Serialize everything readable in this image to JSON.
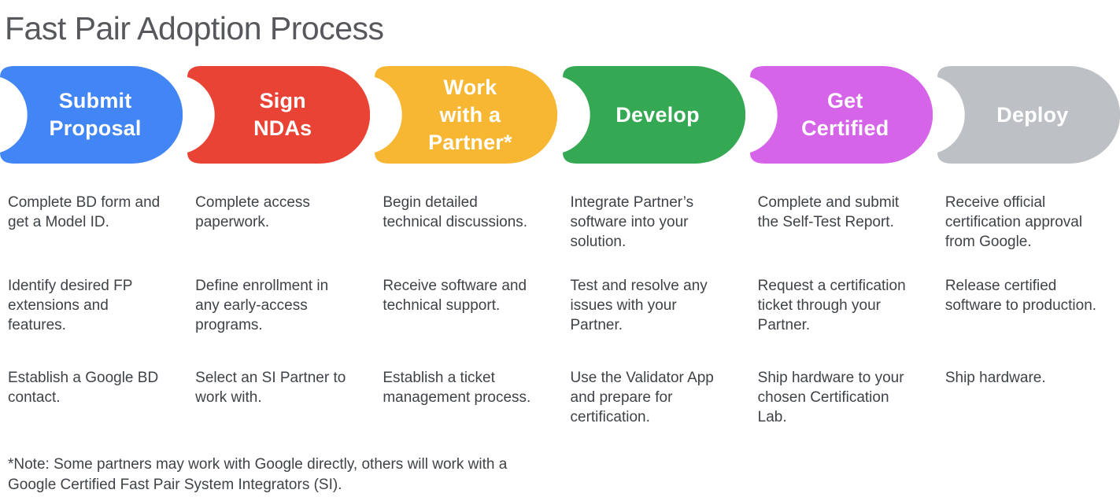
{
  "title": "Fast Pair Adoption Process",
  "stages": [
    {
      "label": "Submit\nProposal",
      "color": "#4285F4",
      "items": [
        "Complete BD form and get a Model ID.",
        "Identify desired FP extensions and features.",
        "Establish a Google BD contact."
      ]
    },
    {
      "label": "Sign\nNDAs",
      "color": "#E94335",
      "items": [
        "Complete access paperwork.",
        "Define enrollment in any early-access programs.",
        "Select an SI Partner to work with."
      ]
    },
    {
      "label": "Work\nwith a\nPartner*",
      "color": "#F7B733",
      "items": [
        "Begin detailed technical discussions.",
        "Receive software and technical support.",
        "Establish a ticket management process."
      ]
    },
    {
      "label": "Develop",
      "color": "#34A853",
      "items": [
        "Integrate Partner’s software into your solution.",
        "Test and resolve any issues with your Partner.",
        "Use the Validator App and prepare for certification."
      ]
    },
    {
      "label": "Get\nCertified",
      "color": "#D564E9",
      "items": [
        "Complete and submit the Self-Test Report.",
        "Request a certification ticket through your Partner.",
        "Ship hardware to your chosen Certification Lab."
      ]
    },
    {
      "label": "Deploy",
      "color": "#BDC1C6",
      "items": [
        "Receive official certification approval from Google.",
        "Release certified software to production.",
        "Ship hardware."
      ]
    }
  ],
  "footnote": "*Note: Some partners may work with Google directly, others will work with a\nGoogle Certified Fast Pair System Integrators (SI)."
}
